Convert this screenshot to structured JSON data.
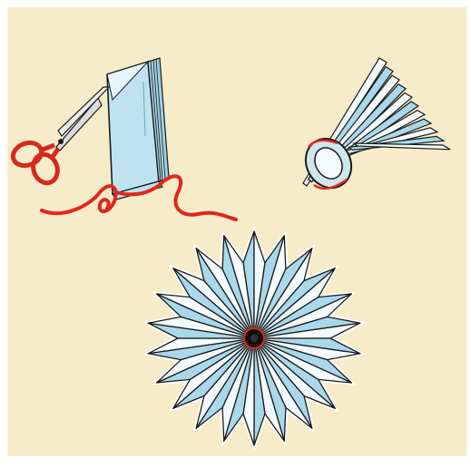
{
  "illustration": {
    "steps": [
      "scissors-cutting-folded-paper",
      "gathered-pleated-paper",
      "finished-paper-rosette"
    ],
    "colors": {
      "background": "#f6ecc9",
      "paper_blue": "#a9d8ea",
      "paper_white": "#f4fbfd",
      "outline": "#1b1b1b",
      "thread_red": "#e3261c",
      "scissor_handle": "#d62a1f"
    },
    "rosette_points": 22
  }
}
